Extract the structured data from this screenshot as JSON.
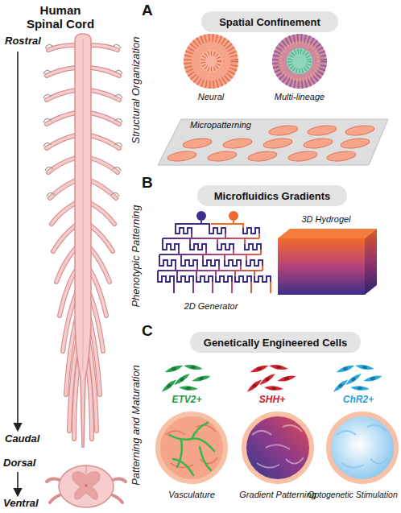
{
  "diagram": {
    "nodes": [
      {
        "text": [
          "Spatial Confinement"
        ]
      },
      {
        "text": [
          "Microfluidics Gradients"
        ]
      },
      {
        "text": [
          "Genetically Engineered Cells"
        ]
      }
    ],
    "labels": [
      "Human Spinal Cord",
      "Rostral",
      "Caudal",
      "Dorsal",
      "Ventral",
      "A",
      "Structural Organization",
      "Neural",
      "Multi-lineage",
      "Micropatterning",
      "B",
      "Phenotypic Patterning",
      "2D Generator",
      "3D Hydrogel",
      "C",
      "Patterning and Maturation",
      "ETV2+",
      "SHH+",
      "ChR2+",
      "Vasculature",
      "Gradient Patterning",
      "Optogenetic Stimulation"
    ]
  }
}
